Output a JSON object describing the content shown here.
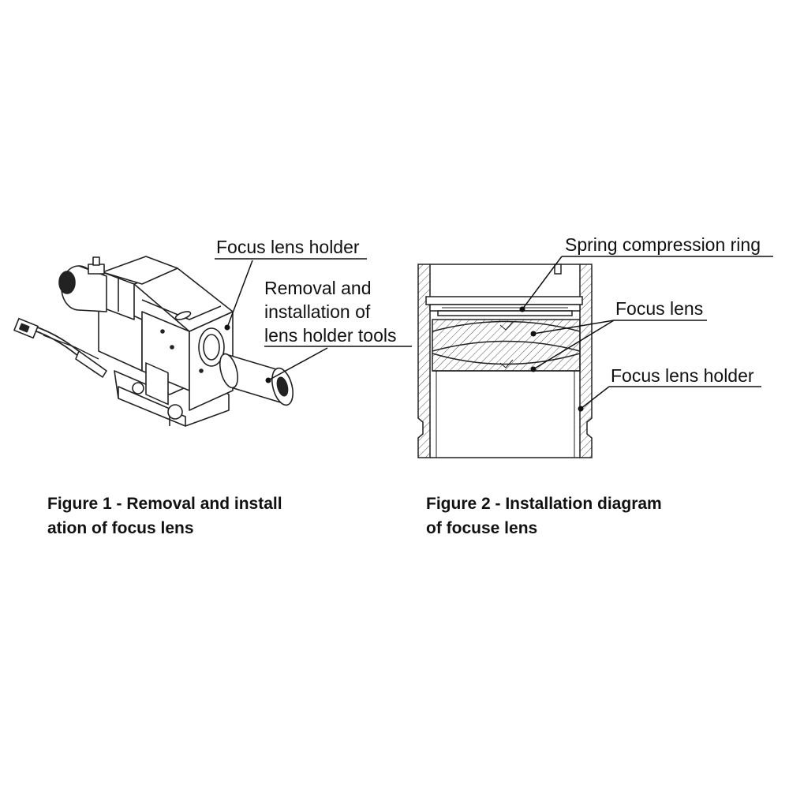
{
  "figure1": {
    "labels": {
      "holder": "Focus lens holder",
      "tool_line1": "Removal and",
      "tool_line2": "installation of",
      "tool_line3": "lens holder tools"
    },
    "caption_line1": "Figure 1 - Removal and install",
    "caption_line2": "ation of focus lens"
  },
  "figure2": {
    "labels": {
      "spring": "Spring compression ring",
      "lens": "Focus lens",
      "holder": "Focus lens holder"
    },
    "caption_line1": "Figure 2 - Installation diagram",
    "caption_line2": "of focuse lens"
  }
}
